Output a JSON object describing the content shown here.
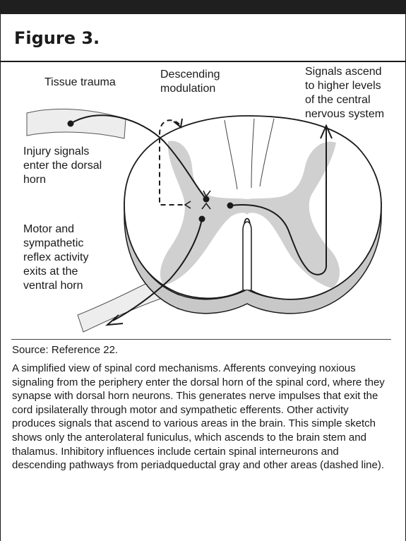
{
  "figure": {
    "title": "Figure 3."
  },
  "labels": {
    "tissue_trauma": "Tissue trauma",
    "descending_modulation_l1": "Descending",
    "descending_modulation_l2": "modulation",
    "signals_ascend_l1": "Signals ascend",
    "signals_ascend_l2": "to higher levels",
    "signals_ascend_l3": "of the central",
    "signals_ascend_l4": "nervous system",
    "injury_l1": "Injury signals",
    "injury_l2": "enter the dorsal",
    "injury_l3": "horn",
    "motor_l1": "Motor and",
    "motor_l2": "sympathetic",
    "motor_l3": "reflex activity",
    "motor_l4": "exits at the",
    "motor_l5": "ventral horn"
  },
  "caption": {
    "source": "Source: Reference 22.",
    "text": "A simplified view of spinal cord mechanisms. Afferents conveying noxious signaling from the periphery enter the dorsal horn of the spinal cord, where they synapse with dorsal horn neurons. This generates nerve impulses that exit the cord ipsilaterally through motor and sympathetic efferents. Other activity produces signals that ascend to various areas in the brain. This simple sketch shows only the anterolateral funiculus, which ascends to the brain stem and thalamus. Inhibitory influences include certain spinal interneurons and descending pathways from periadqueductal gray and other areas (dashed line)."
  },
  "colors": {
    "gray_matter": "#d0d0d0",
    "white_matter": "#ffffff",
    "ink": "#1a1a1a"
  }
}
